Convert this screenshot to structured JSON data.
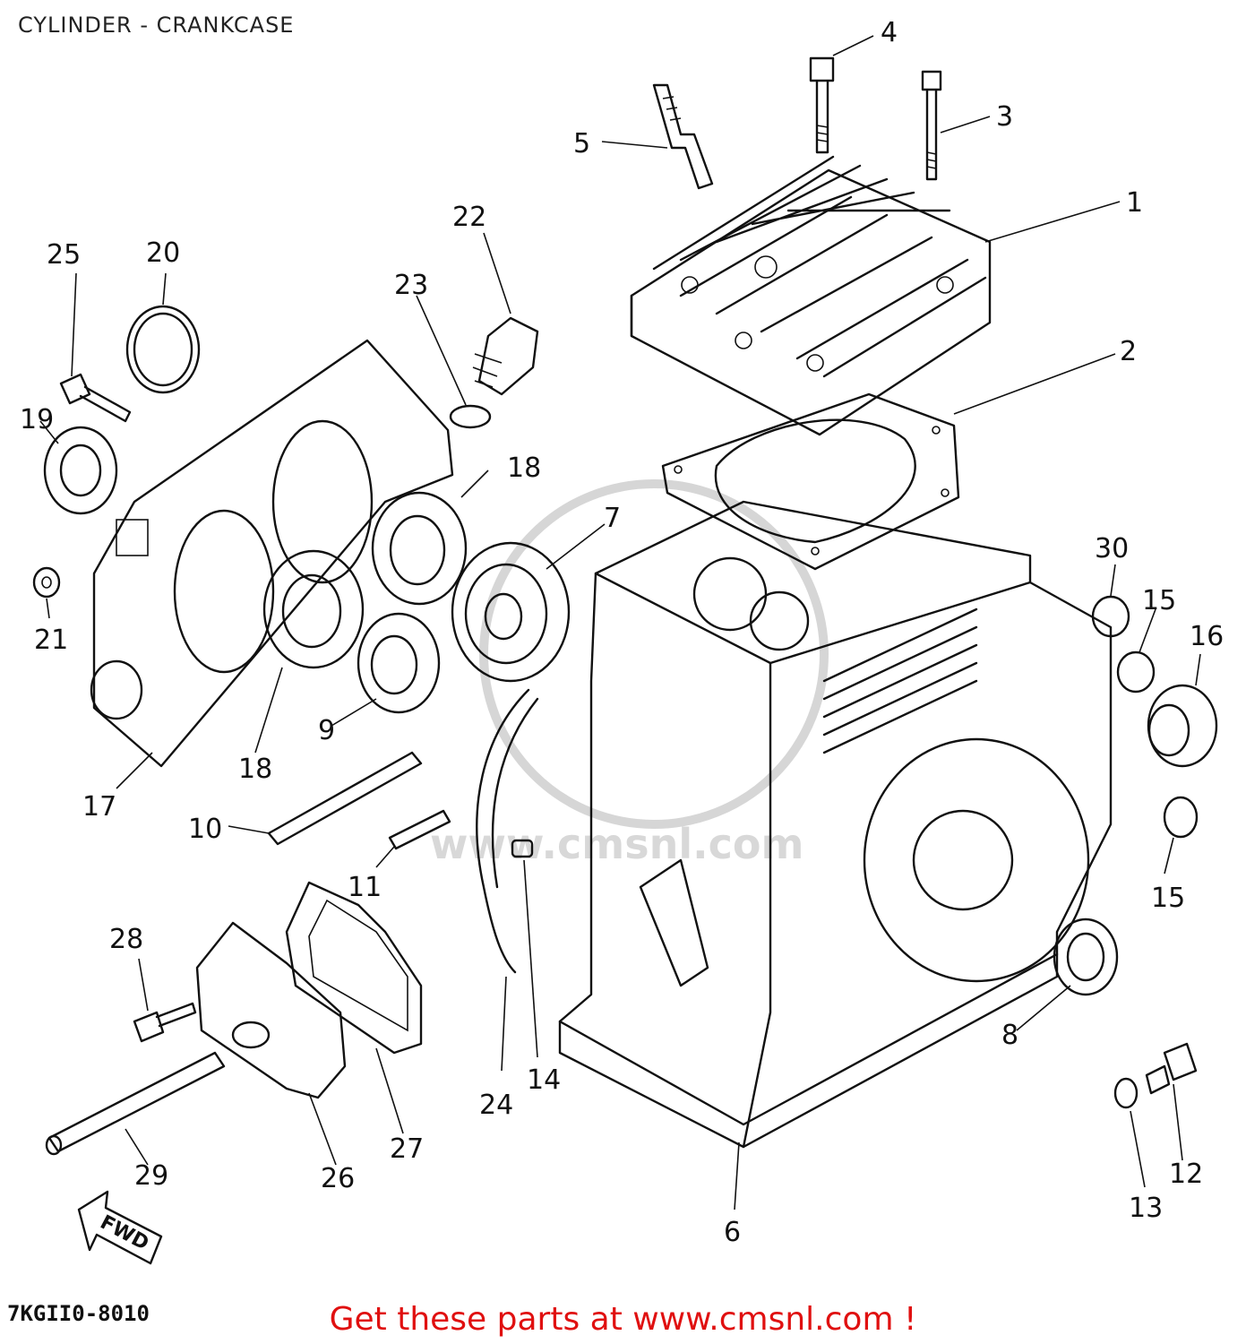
{
  "page": {
    "title": "CYLINDER - CRANKCASE",
    "diagram_code": "7KGII0-8010",
    "cta_text": "Get these parts at www.cmsnl.com !",
    "watermark_text": "www.cmsnl.com",
    "fwd_label": "FWD"
  },
  "callouts": [
    "1",
    "2",
    "3",
    "4",
    "5",
    "6",
    "7",
    "8",
    "9",
    "10",
    "11",
    "12",
    "13",
    "14",
    "15",
    "15",
    "16",
    "17",
    "18",
    "18",
    "19",
    "20",
    "21",
    "22",
    "23",
    "24",
    "25",
    "26",
    "27",
    "28",
    "29",
    "30"
  ]
}
